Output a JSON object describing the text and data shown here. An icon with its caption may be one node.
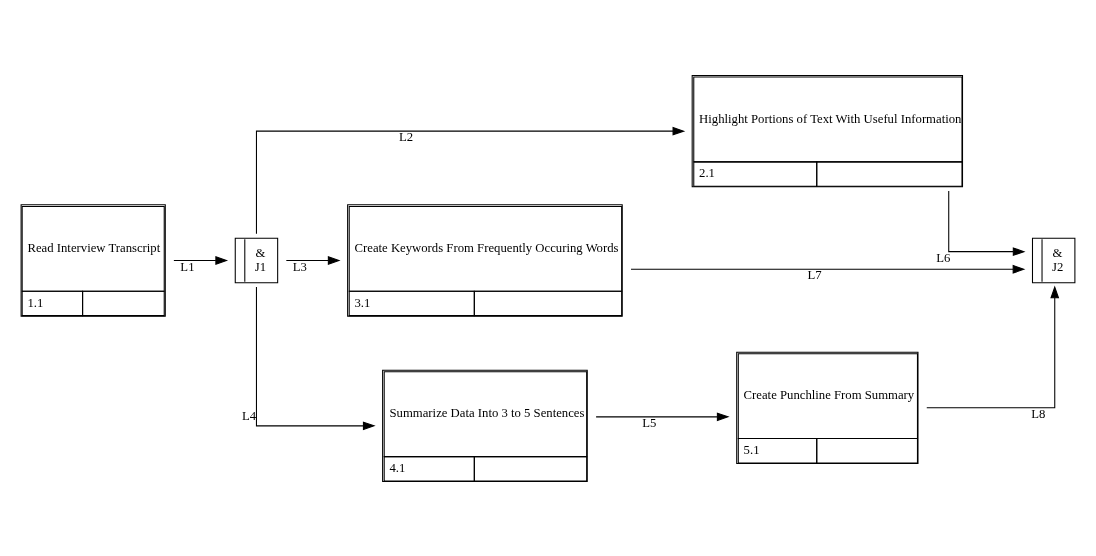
{
  "diagram": {
    "nodes": [
      {
        "text": [
          "Read Interview Transcript",
          "1.1"
        ]
      },
      {
        "text": [
          "&",
          "J1"
        ]
      },
      {
        "text": [
          "Highlight Portions of Text With Useful Information",
          "2.1"
        ]
      },
      {
        "text": [
          "Create Keywords From Frequently Occuring Words",
          "3.1"
        ]
      },
      {
        "text": [
          "Summarize Data Into 3 to 5 Sentences",
          "4.1"
        ]
      },
      {
        "text": [
          "Create Punchline From Summary",
          "5.1"
        ]
      },
      {
        "text": [
          "&",
          "J2"
        ]
      }
    ],
    "edges": [
      {
        "from": 0,
        "to": 1,
        "arrow": "to",
        "label": "L1"
      },
      {
        "from": 1,
        "to": 2,
        "arrow": "to",
        "label": "L2"
      },
      {
        "from": 1,
        "to": 3,
        "arrow": "to",
        "label": "L3"
      },
      {
        "from": 1,
        "to": 4,
        "arrow": "to",
        "label": "L4"
      },
      {
        "from": 4,
        "to": 5,
        "arrow": "to",
        "label": "L5"
      },
      {
        "from": 2,
        "to": 6,
        "arrow": "to",
        "label": "L6"
      },
      {
        "from": 3,
        "to": 6,
        "arrow": "to",
        "label": "L7"
      },
      {
        "from": 5,
        "to": 6,
        "arrow": "to",
        "label": "L8"
      }
    ]
  }
}
